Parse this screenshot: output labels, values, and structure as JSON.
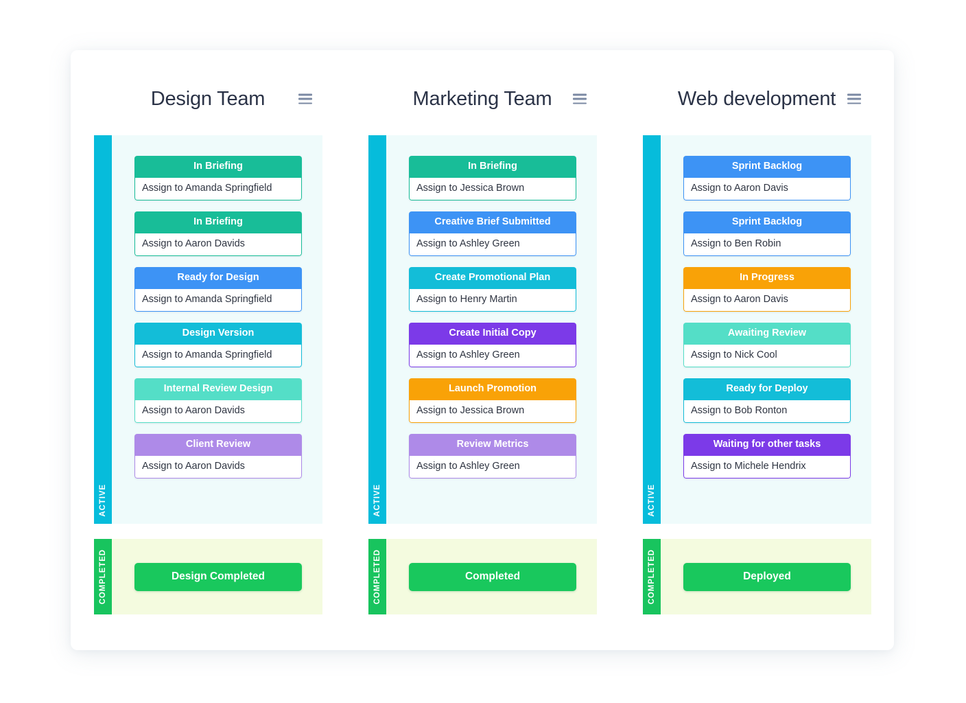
{
  "palette": {
    "teal": "#18bd98",
    "blue": "#3d93f5",
    "cyan": "#13bdd8",
    "mint": "#54dec7",
    "lavender": "#ae8ae8",
    "purple": "#7c3ae8",
    "orange": "#f9a207",
    "green": "#19c85d",
    "strip_active": "#06bcdb",
    "strip_completed": "#18c45e",
    "active_bg": "#effbfb",
    "completed_bg": "#f4fbdf",
    "title_color": "#2b3347"
  },
  "menu_icon": "hamburger-menu-icon",
  "columns": [
    {
      "title": "Design Team",
      "active": {
        "label": "ACTIVE",
        "cards": [
          {
            "status": "In Briefing",
            "assignee": "Assign to Amanda Springfield",
            "color": "#18bd98"
          },
          {
            "status": "In Briefing",
            "assignee": "Assign to Aaron Davids",
            "color": "#18bd98"
          },
          {
            "status": "Ready for Design",
            "assignee": "Assign to Amanda Springfield",
            "color": "#3d93f5"
          },
          {
            "status": "Design Version",
            "assignee": "Assign to Amanda Springfield",
            "color": "#13bdd8"
          },
          {
            "status": "Internal Review Design",
            "assignee": "Assign to Aaron Davids",
            "color": "#54dec7"
          },
          {
            "status": "Client Review",
            "assignee": "Assign to Aaron Davids",
            "color": "#ae8ae8"
          }
        ]
      },
      "completed": {
        "label": "COMPLETED",
        "card": {
          "status": "Design Completed",
          "color": "#19c85d"
        }
      }
    },
    {
      "title": "Marketing Team",
      "active": {
        "label": "ACTIVE",
        "cards": [
          {
            "status": "In Briefing",
            "assignee": "Assign to Jessica Brown",
            "color": "#18bd98"
          },
          {
            "status": "Creative Brief Submitted",
            "assignee": "Assign to Ashley Green",
            "color": "#3d93f5"
          },
          {
            "status": "Create Promotional Plan",
            "assignee": "Assign to Henry Martin",
            "color": "#13bdd8"
          },
          {
            "status": "Create Initial Copy",
            "assignee": "Assign to Ashley Green",
            "color": "#7c3ae8"
          },
          {
            "status": "Launch Promotion",
            "assignee": "Assign to Jessica Brown",
            "color": "#f9a207"
          },
          {
            "status": "Review Metrics",
            "assignee": "Assign to Ashley Green",
            "color": "#ae8ae8"
          }
        ]
      },
      "completed": {
        "label": "COMPLETED",
        "card": {
          "status": "Completed",
          "color": "#19c85d"
        }
      }
    },
    {
      "title": "Web development",
      "active": {
        "label": "ACTIVE",
        "cards": [
          {
            "status": "Sprint Backlog",
            "assignee": "Assign to Aaron Davis",
            "color": "#3d93f5"
          },
          {
            "status": "Sprint Backlog",
            "assignee": "Assign to Ben Robin",
            "color": "#3d93f5"
          },
          {
            "status": "In Progress",
            "assignee": "Assign to Aaron Davis",
            "color": "#f9a207"
          },
          {
            "status": "Awaiting Review",
            "assignee": "Assign to Nick Cool",
            "color": "#54dec7"
          },
          {
            "status": "Ready for Deploy",
            "assignee": "Assign to Bob Ronton",
            "color": "#13bdd8"
          },
          {
            "status": "Waiting for other tasks",
            "assignee": "Assign to Michele Hendrix",
            "color": "#7c3ae8"
          }
        ]
      },
      "completed": {
        "label": "COMPLETED",
        "card": {
          "status": "Deployed",
          "color": "#19c85d"
        }
      }
    }
  ]
}
